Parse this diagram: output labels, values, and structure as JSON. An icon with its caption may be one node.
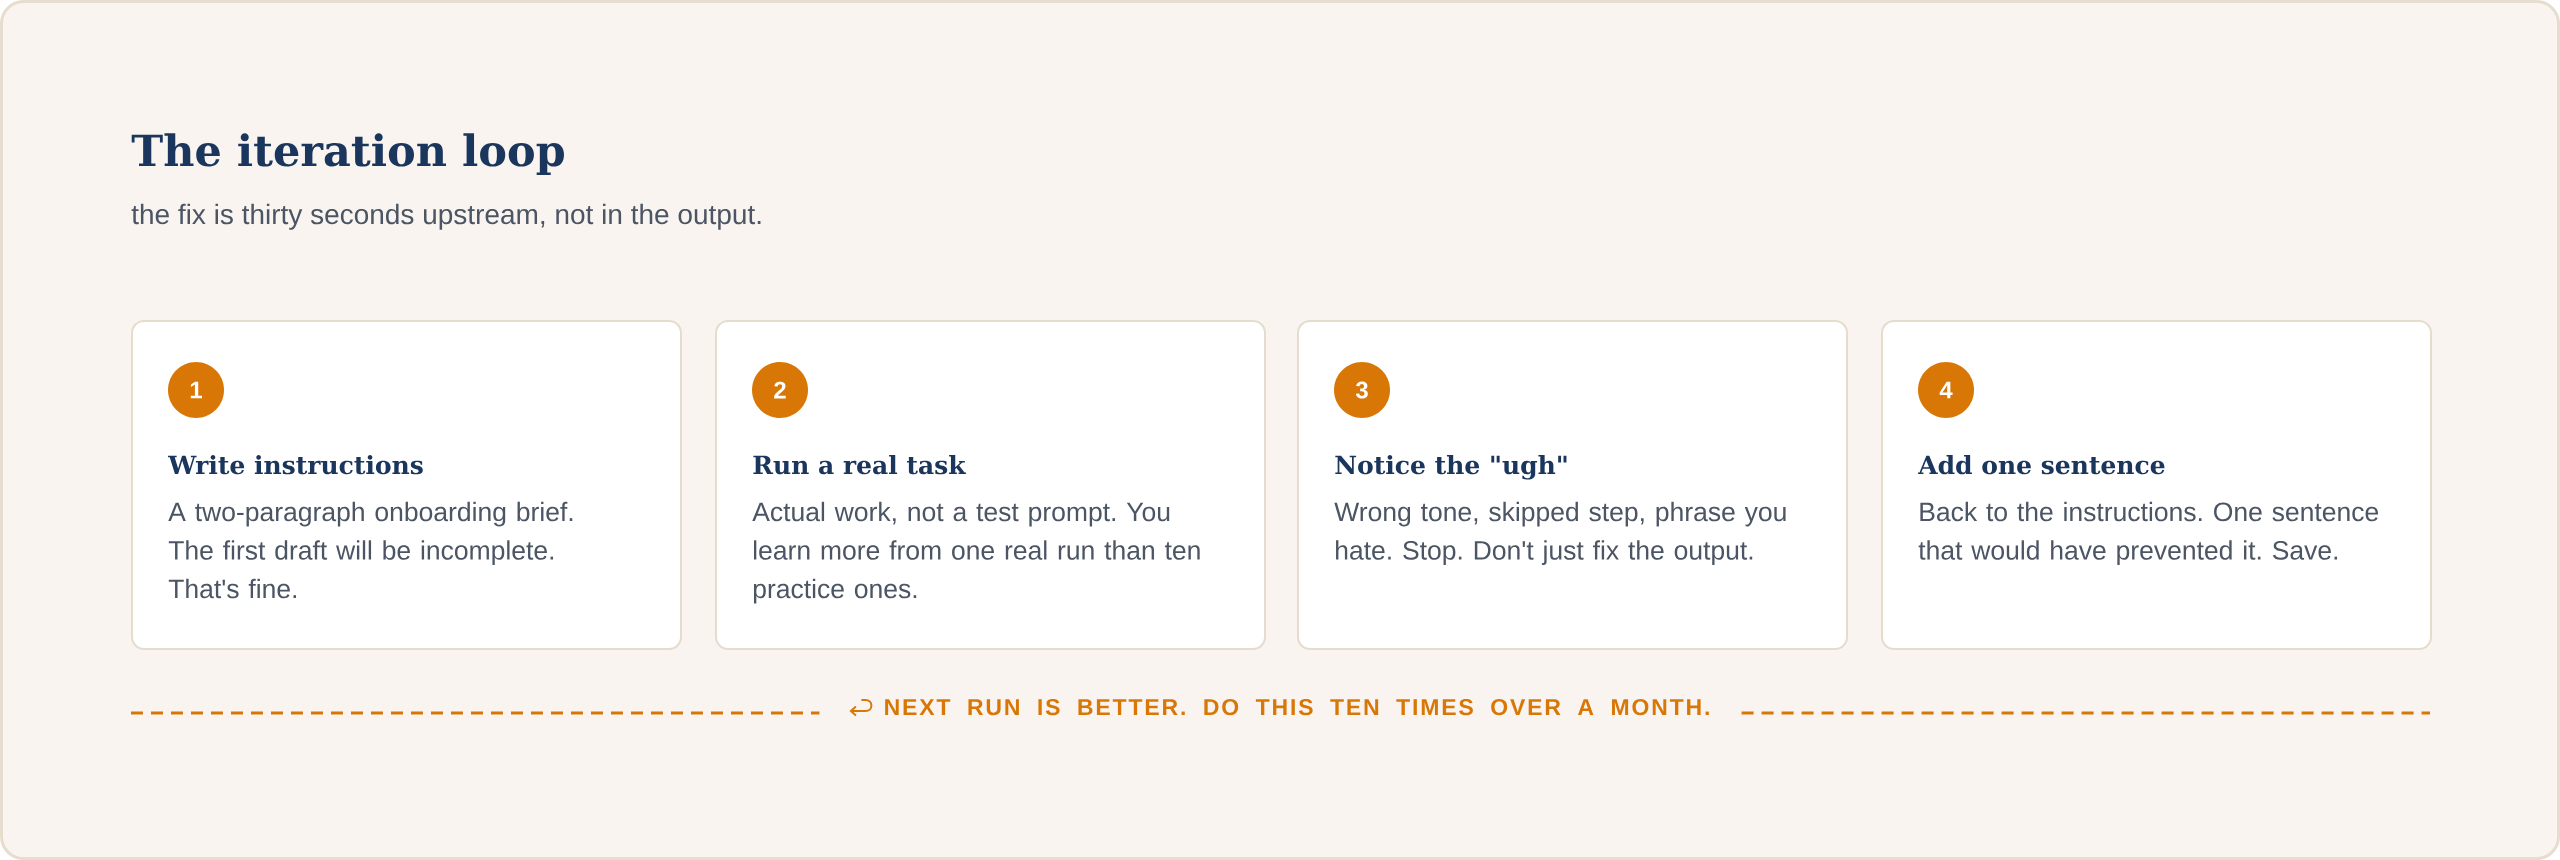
{
  "diagram": {
    "title": "The iteration loop",
    "nodes": [
      {
        "text": [
          "Write instructions",
          "A two-paragraph onboarding brief. The first draft will be incomplete. That's fine."
        ]
      },
      {
        "text": [
          "1"
        ],
        "in": 0
      },
      {
        "text": [
          "Run a real task",
          "Actual work, not a test prompt. You learn more from one real run than ten practice ones."
        ]
      },
      {
        "text": [
          "2"
        ],
        "in": 2
      },
      {
        "text": [
          "Notice the \"ugh\"",
          "Wrong tone, skipped step, phrase you hate. Stop. Don't just fix the output."
        ]
      },
      {
        "text": [
          "3"
        ],
        "in": 4
      },
      {
        "text": [
          "Add one sentence",
          "Back to the instructions. One sentence that would have prevented it. Save."
        ]
      },
      {
        "text": [
          "4"
        ],
        "in": 6
      }
    ],
    "labels": [
      "the fix is thirty seconds upstream, not in the output.",
      "NEXT RUN IS BETTER. DO THIS TEN TIMES OVER A MONTH."
    ]
  }
}
